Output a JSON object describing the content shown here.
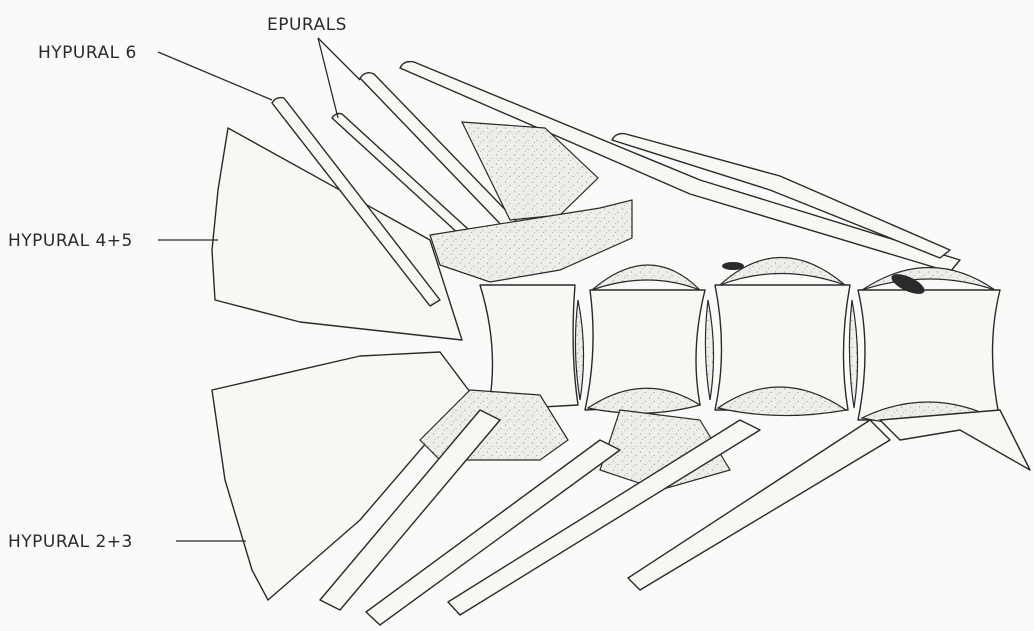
{
  "labels": {
    "epurals": "EPURALS",
    "hypural_6": "HYPURAL 6",
    "hypural_4_5": "HYPURAL 4+5",
    "hypural_2_3": "HYPURAL 2+3"
  },
  "colors": {
    "ink": "#2a2a2a",
    "paper": "#fbfaf8"
  }
}
